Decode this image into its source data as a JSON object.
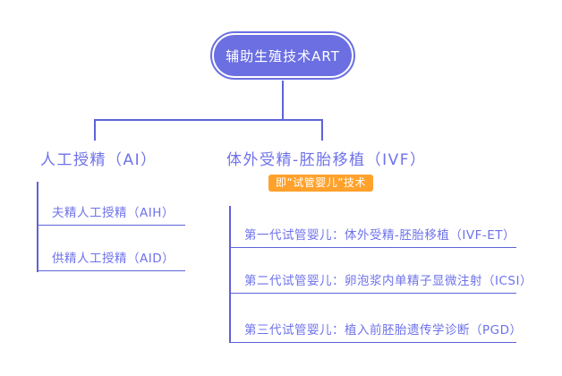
{
  "root": {
    "label": "辅助生殖技术ART"
  },
  "left": {
    "title": "人工授精（AI）",
    "children": [
      {
        "label": "夫精人工授精（AIH）"
      },
      {
        "label": "供精人工授精（AID）"
      }
    ]
  },
  "right": {
    "title": "体外受精-胚胎移植（IVF）",
    "badge": "即“试管婴儿”技术",
    "children": [
      {
        "label": "第一代试管婴儿：体外受精-胚胎移植（IVF-ET）"
      },
      {
        "label": "第二代试管婴儿：卵泡浆内单精子显微注射（ICSI）"
      },
      {
        "label": "第三代试管婴儿：植入前胚胎遗传学诊断（PGD）"
      }
    ]
  },
  "colors": {
    "node_purple": "#6b6fe1",
    "text_purple": "#6e72ea",
    "line_purple": "#5e63d8",
    "badge_orange": "#ffa12b",
    "background": "#ffffff"
  }
}
